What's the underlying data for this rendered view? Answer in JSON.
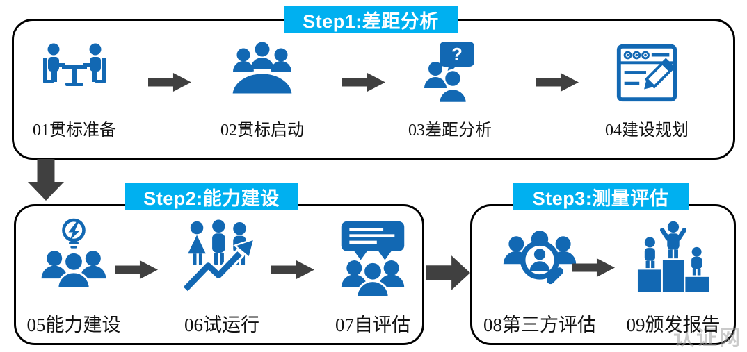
{
  "colors": {
    "accent_cyan": "#00B0F0",
    "icon_blue": "#1268B3",
    "arrow_gray": "#404040",
    "border_black": "#000000"
  },
  "groups": [
    {
      "id": "step1",
      "header": "Step1:差距分析",
      "items": [
        {
          "label": "01贯标准备",
          "icon": "meeting-table-icon"
        },
        {
          "label": "02贯标启动",
          "icon": "conference-icon"
        },
        {
          "label": "03差距分析",
          "icon": "question-discussion-icon"
        },
        {
          "label": "04建设规划",
          "icon": "plan-edit-icon"
        }
      ]
    },
    {
      "id": "step2",
      "header": "Step2:能力建设",
      "items": [
        {
          "label": "05能力建设",
          "icon": "idea-team-icon"
        },
        {
          "label": "06试运行",
          "icon": "growth-team-icon"
        },
        {
          "label": "07自评估",
          "icon": "feedback-team-icon"
        }
      ]
    },
    {
      "id": "step3",
      "header": "Step3:测量评估",
      "items": [
        {
          "label": "08第三方评估",
          "icon": "audit-search-icon"
        },
        {
          "label": "09颁发报告",
          "icon": "podium-winners-icon"
        }
      ]
    }
  ],
  "watermark": "认证网"
}
